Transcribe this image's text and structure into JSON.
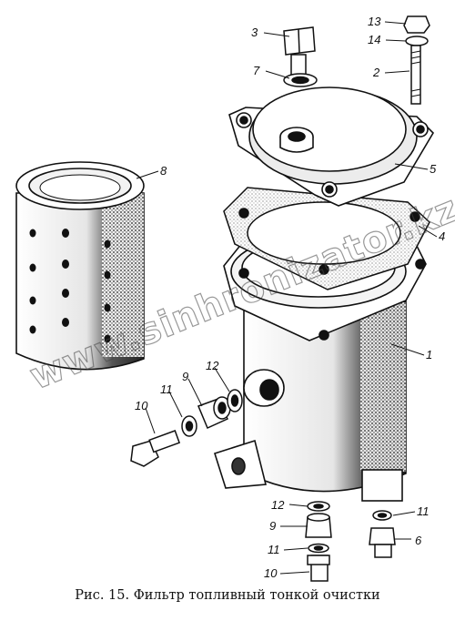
{
  "caption": "Рис. 15. Фильтр топливный тонкой очистки",
  "watermark": "www.sinhronizator.kz",
  "colors": {
    "ink": "#111111",
    "shade": "#3a3a3a",
    "paper": "#ffffff"
  },
  "labels": [
    "1",
    "2",
    "3",
    "4",
    "5",
    "6",
    "7",
    "8",
    "9",
    "9",
    "10",
    "10",
    "11",
    "11",
    "11",
    "12",
    "12",
    "13",
    "14"
  ]
}
